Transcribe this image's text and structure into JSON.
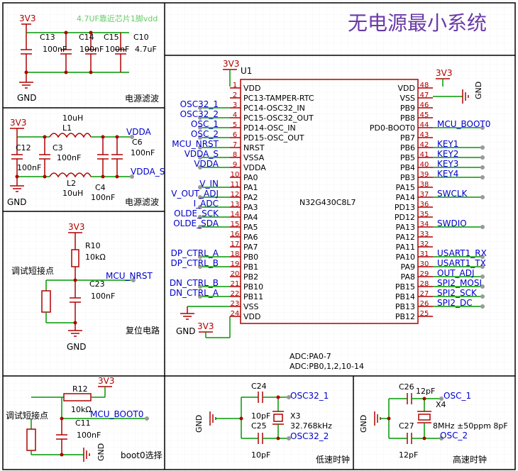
{
  "title": "无电源最小系统",
  "power_filter": {
    "note": "4.7UF靠近芯片1脚vdd",
    "vcc": "3V3",
    "gnd": "GND",
    "caps": [
      {
        "ref": "C13",
        "value": "100nF"
      },
      {
        "ref": "C14",
        "value": "100nF"
      },
      {
        "ref": "C15",
        "value": "100nF"
      },
      {
        "ref": "C10",
        "value": "4.7uF"
      }
    ],
    "label": "电源滤波"
  },
  "analog_filter": {
    "vcc": "3V3",
    "gnd": "GND",
    "l1": {
      "ref": "L1",
      "value": "10uH"
    },
    "l2": {
      "ref": "L2",
      "value": "10uH"
    },
    "c12": {
      "ref": "C12",
      "value": "100nF"
    },
    "c3": {
      "ref": "C3",
      "value": "100nF"
    },
    "c6": {
      "ref": "C6",
      "value": "100nF"
    },
    "c4": {
      "ref": "C4",
      "value": "100nF"
    },
    "net_vdda": "VDDA",
    "net_vdda_s": "VDDA_S",
    "label": "电源滤波"
  },
  "reset": {
    "vcc": "3V3",
    "r_ref": "R10",
    "r_value": "10kΩ",
    "net": "MCU_NRST",
    "c_ref": "C23",
    "c_value": "100nF",
    "test_label": "调试短接点",
    "gnd": "GND",
    "label": "复位电路"
  },
  "mcu": {
    "ref": "U1",
    "part": "N32G430C8L7",
    "vcc_net": "3V3",
    "gnd_net": "GND",
    "left_pins": [
      {
        "num": "1",
        "name": "VDD",
        "net": ""
      },
      {
        "num": "2",
        "name": "PC13-TAMPER-RTC",
        "net": ""
      },
      {
        "num": "3",
        "name": "PC14-OSC32_IN",
        "net": "OSC32_1"
      },
      {
        "num": "4",
        "name": "PC15-OSC32_OUT",
        "net": "OSC32_2"
      },
      {
        "num": "5",
        "name": "PD14-OSC_IN",
        "net": "OSC_1"
      },
      {
        "num": "6",
        "name": "PD15-OSC_OUT",
        "net": "OSC_2"
      },
      {
        "num": "7",
        "name": "NRST",
        "net": "MCU_NRST"
      },
      {
        "num": "8",
        "name": "VSSA",
        "net": "VDDA_S"
      },
      {
        "num": "9",
        "name": "VDDA",
        "net": "VDDA"
      },
      {
        "num": "10",
        "name": "PA0",
        "net": ""
      },
      {
        "num": "11",
        "name": "PA1",
        "net": "V_IN"
      },
      {
        "num": "12",
        "name": "PA2",
        "net": "V_OUT_ADJ"
      },
      {
        "num": "13",
        "name": "PA3",
        "net": "I_ADC"
      },
      {
        "num": "14",
        "name": "PA4",
        "net": "OLDE_SCK"
      },
      {
        "num": "15",
        "name": "PA5",
        "net": "OLDE_SDA"
      },
      {
        "num": "16",
        "name": "PA6",
        "net": ""
      },
      {
        "num": "17",
        "name": "PA7",
        "net": ""
      },
      {
        "num": "18",
        "name": "PB0",
        "net": "DP_CTRL_A"
      },
      {
        "num": "19",
        "name": "PB1",
        "net": "DP_CTRL_B"
      },
      {
        "num": "20",
        "name": "PB2",
        "net": ""
      },
      {
        "num": "21",
        "name": "PB10",
        "net": "DN_CTRL_B"
      },
      {
        "num": "22",
        "name": "PB11",
        "net": "DN_CTRL_A"
      },
      {
        "num": "23",
        "name": "VSS",
        "net": ""
      },
      {
        "num": "24",
        "name": "VDD",
        "net": ""
      }
    ],
    "right_pins": [
      {
        "num": "48",
        "name": "VDD",
        "net": ""
      },
      {
        "num": "47",
        "name": "VSS",
        "net": ""
      },
      {
        "num": "46",
        "name": "PB9",
        "net": ""
      },
      {
        "num": "45",
        "name": "PB8",
        "net": ""
      },
      {
        "num": "44",
        "name": "PD0-BOOT0",
        "net": "MCU_BOOT0"
      },
      {
        "num": "43",
        "name": "PB7",
        "net": ""
      },
      {
        "num": "42",
        "name": "PB6",
        "net": "KEY1"
      },
      {
        "num": "41",
        "name": "PB5",
        "net": "KEY2"
      },
      {
        "num": "40",
        "name": "PB4",
        "net": "KEY3"
      },
      {
        "num": "39",
        "name": "PB3",
        "net": "KEY4"
      },
      {
        "num": "38",
        "name": "PA15",
        "net": ""
      },
      {
        "num": "37",
        "name": "PA14",
        "net": "SWCLK"
      },
      {
        "num": "36",
        "name": "PD13",
        "net": ""
      },
      {
        "num": "35",
        "name": "PD12",
        "net": ""
      },
      {
        "num": "34",
        "name": "PA13",
        "net": "SWDIO"
      },
      {
        "num": "33",
        "name": "PA12",
        "net": ""
      },
      {
        "num": "32",
        "name": "PA11",
        "net": ""
      },
      {
        "num": "31",
        "name": "PA10",
        "net": "USART1_RX"
      },
      {
        "num": "30",
        "name": "PA9",
        "net": "USART1_TX"
      },
      {
        "num": "29",
        "name": "PA8",
        "net": "OUT_ADJ"
      },
      {
        "num": "28",
        "name": "PB15",
        "net": "SPI2_MOSI"
      },
      {
        "num": "27",
        "name": "PB14",
        "net": "SPI2_SCK"
      },
      {
        "num": "26",
        "name": "PB13",
        "net": "SPI2_DC"
      },
      {
        "num": "25",
        "name": "PB12",
        "net": ""
      }
    ],
    "adc_note1": "ADC:PA0-7",
    "adc_note2": "ADC:PB0,1,2,10-14"
  },
  "boot": {
    "vcc": "3V3",
    "r_ref": "R12",
    "r_value": "10kΩ",
    "net": "MCU_BOOT0",
    "c_ref": "C11",
    "c_value": "100nF",
    "test_label": "调试短接点",
    "gnd": "GND",
    "label": "boot0选择"
  },
  "lse": {
    "gnd": "GND",
    "c24": {
      "ref": "C24",
      "value": "10pF"
    },
    "c25": {
      "ref": "C25",
      "value": "10pF"
    },
    "x_ref": "X3",
    "x_value": "32.768kHz",
    "net1": "OSC32_1",
    "net2": "OSC32_2",
    "label": "低速时钟"
  },
  "hse": {
    "gnd": "GND",
    "c26": {
      "ref": "C26",
      "value": "12pF"
    },
    "c27": {
      "ref": "C27",
      "value": "12pF"
    },
    "x_ref": "X4",
    "x_value": "8MHz ±50ppm 8pF",
    "net1": "OSC_1",
    "net2": "OSC_2",
    "label": "高速时钟"
  },
  "colors": {
    "wire": "#009900",
    "part": "#b00000",
    "net": "#0000cc",
    "text": "#000000",
    "pin_num": "#b00000",
    "title": "#6a3aa8",
    "note": "#66cc66",
    "grid": "#e6e6e6"
  }
}
